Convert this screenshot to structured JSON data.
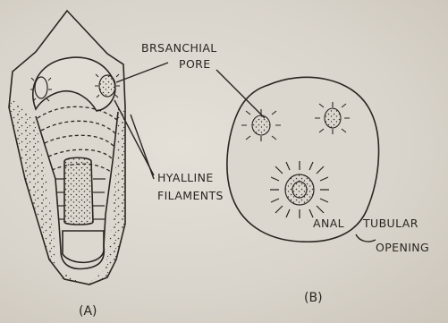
{
  "labels": {
    "branchial_pore_line1": "BRSANCHIAL",
    "branchial_pore_line2": "PORE",
    "hyalline_line1": "HYALLINE",
    "hyalline_line2": "FILAMENTS",
    "anal": "ANAL",
    "tubular": "TUBULAR",
    "opening": "OPENING",
    "fig_a": "(A)",
    "fig_b": "(B)"
  }
}
